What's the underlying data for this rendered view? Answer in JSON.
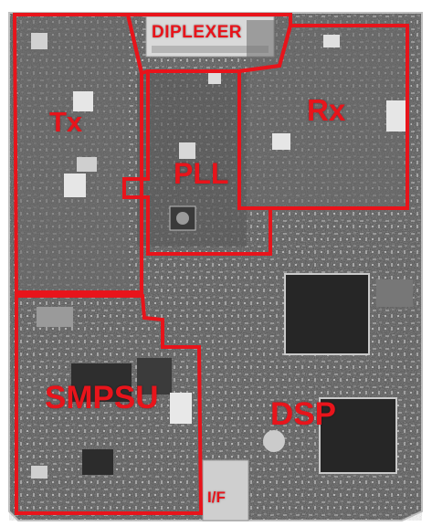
{
  "labels": {
    "diplexer": "DIPLEXER",
    "tx": "Tx",
    "rx": "Rx",
    "pll": "PLL",
    "smpsu": "SMPSU",
    "dsp": "DSP",
    "if": "I/F"
  },
  "colors": {
    "outline": "#e8141b",
    "board": "#5a5a5a",
    "background": "#ffffff"
  }
}
